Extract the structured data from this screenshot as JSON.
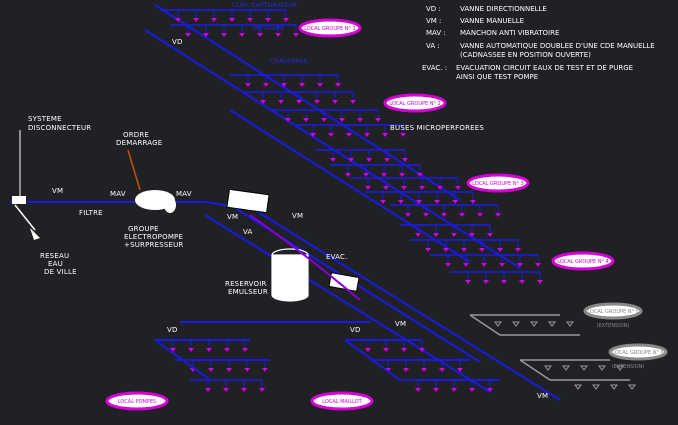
{
  "legend": [
    {
      "code": "VD :",
      "text": "VANNE DIRECTIONNELLE"
    },
    {
      "code": "VM :",
      "text": "VANNE MANUELLE"
    },
    {
      "code": "MAV :",
      "text": "MANCHON ANTI VIBRATOIRE"
    },
    {
      "code": "VA :",
      "text": "VANNE AUTOMATIQUE DOUBLEE D'UNE CDE MANUELLE",
      "text2": "(CADNASSEE EN POSITION OUVERTE)"
    },
    {
      "code": "EVAC. :",
      "text": "EVACUATION CIRCUIT EAUX DE TEST ET DE PURGE",
      "text2": "AINSI QUE TEST POMPE"
    }
  ],
  "labels": {
    "systeme": "SYSTEME",
    "disconnecteur": "DISCONNECTEUR",
    "ordre": "ORDRE",
    "demarrage": "DEMARRAGE",
    "vm": "VM",
    "mav": "MAV",
    "filtre": "FILTRE",
    "groupe": "GROUPE",
    "electropompe": "ELECTROPOMPE",
    "surpresseur": "+SURPRESSEUR",
    "reseau": "RESEAU",
    "eau": "EAU",
    "de_ville": "DE VILLE",
    "va": "VA",
    "vd": "VD",
    "evac": "EVAC.",
    "reservoir": "RESERVOIR",
    "emulseur": "EMULSEUR",
    "buses": "BUSES MICROPERFOREES",
    "top1": "CLIM. CAPTURATEUR",
    "top2": "MOTEURS",
    "top3": "CHAUFFAGE"
  },
  "groups": [
    {
      "name": "LOCAL GROUPE N° 1",
      "color": "#d400d4"
    },
    {
      "name": "LOCAL GROUPE N° 2",
      "color": "#d400d4"
    },
    {
      "name": "LOCAL GROUPE N° 3",
      "color": "#d400d4"
    },
    {
      "name": "LOCAL GROUPE N° 4",
      "color": "#d400d4"
    },
    {
      "name": "LOCAL GROUPE N° 5",
      "color": "#888888",
      "sub": "(EXTENSION)"
    },
    {
      "name": "LOCAL GROUPE N° 6",
      "color": "#888888",
      "sub": "(EXTENSION)"
    },
    {
      "name": "LOCAL POMPES",
      "color": "#d400d4"
    },
    {
      "name": "LOCAL MAILLOT",
      "color": "#d400d4"
    }
  ],
  "colors": {
    "pipe": "#1a1ae6",
    "nozzle": "#d400d4",
    "extension": "#999999",
    "background": "#202124",
    "text": "#ffffff"
  }
}
